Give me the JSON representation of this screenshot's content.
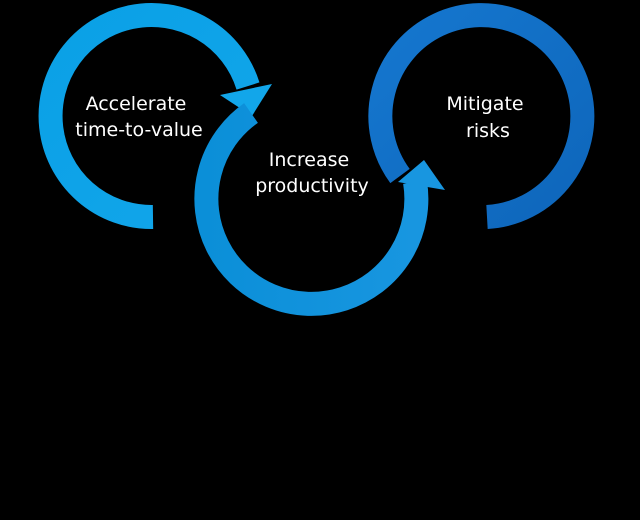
{
  "colors": {
    "background": "#000000",
    "ring_light": "#0ea5e9",
    "ring_medium": "#129ee2",
    "ring_dark": "#0f6fc5",
    "text": "#ffffff"
  },
  "cycles": [
    {
      "line1": "Accelerate",
      "line2": "time-to-value"
    },
    {
      "line1": "Increase",
      "line2": "productivity"
    },
    {
      "line1": "Mitigate",
      "line2": "risks"
    }
  ]
}
